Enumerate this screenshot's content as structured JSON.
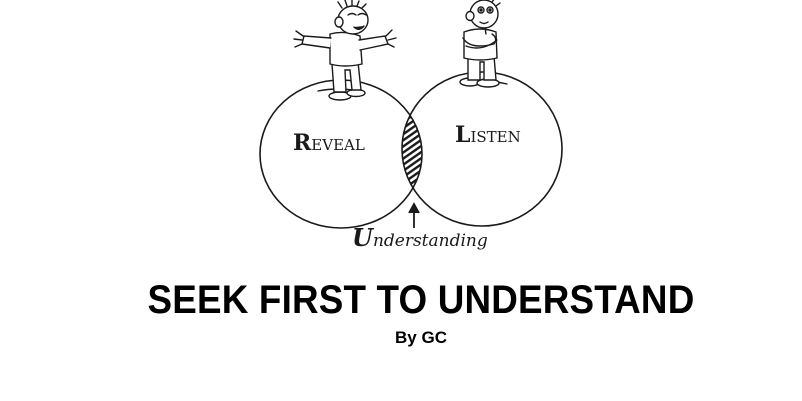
{
  "slide": {
    "title": "SEEK FIRST TO UNDERSTAND",
    "subtitle": "By GC"
  },
  "illustration": {
    "left_circle_label_initial": "R",
    "left_circle_label_rest": "EVEAL",
    "right_circle_label_initial": "L",
    "right_circle_label_rest": "ISTEN",
    "intersection_label_initial": "U",
    "intersection_label_rest": "nderstanding",
    "left_figure": "person-arms-open-icon",
    "right_figure": "person-arms-crossed-icon",
    "arrow": "up-arrow-icon",
    "line_color": "#1a1a1a",
    "background": "#ffffff"
  }
}
